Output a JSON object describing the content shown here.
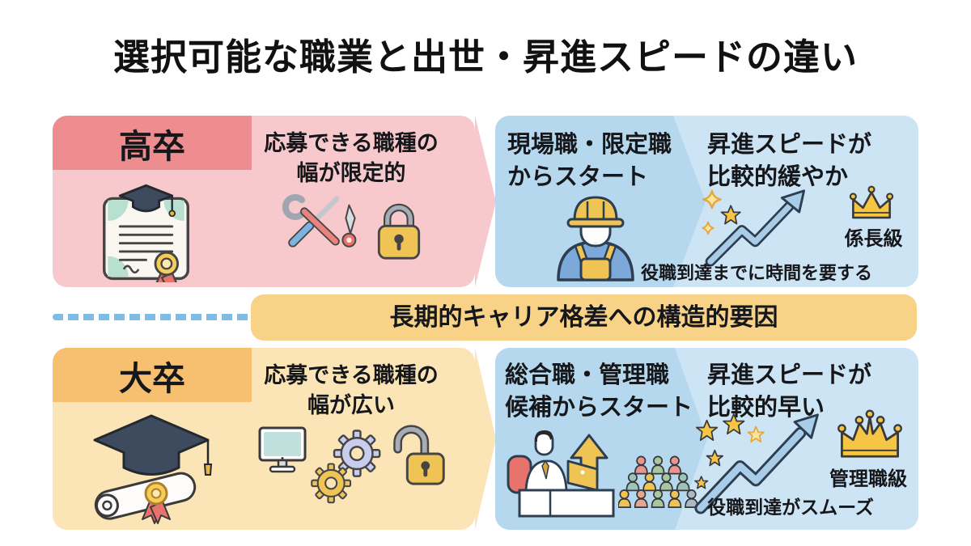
{
  "title": "選択可能な職業と出世・昇進スピードの違い",
  "divider": {
    "label": "長期的キャリア格差への構造的要因"
  },
  "sections": {
    "highschool": {
      "label": "高卒",
      "job_scope": "応募できる職種の\n幅が限定的",
      "start": "現場職・限定職\nからスタート",
      "promotion": "昇進スピードが\n比較的緩やか",
      "rank": "係長級",
      "note": "役職到達までに時間を要する",
      "icons": [
        "certificate-icon",
        "wrench-screwdriver-icon",
        "cutter-icon",
        "locked-padlock-icon",
        "construction-worker-icon",
        "sparkle-stars-icon",
        "growth-arrow-icon",
        "crown-icon"
      ]
    },
    "university": {
      "label": "大卒",
      "job_scope": "応募できる職種の\n幅が広い",
      "start": "総合職・管理職\n候補からスタート",
      "promotion": "昇進スピードが\n比較的早い",
      "rank": "管理職級",
      "note": "役職到達がスムーズ",
      "icons": [
        "graduation-cap-diploma-icon",
        "monitor-icon",
        "gears-icon",
        "unlocked-padlock-icon",
        "office-worker-desk-icon",
        "team-crowd-icon",
        "sparkle-stars-icon",
        "growth-arrow-icon",
        "crown-icon"
      ]
    }
  },
  "colors": {
    "pink_header": "#EE8D8F",
    "pink_body": "#F7C9CD",
    "blue_dark": "#B6D8EE",
    "blue_light": "#CDE4F5",
    "orange_header": "#F7BF70",
    "cream_body": "#FBE5B6",
    "divider_band": "#F7D287",
    "dashed_line": "#7FBCE4",
    "accent_yellow": "#F5C543",
    "arrow_blue": "#A9CDE9",
    "outline_navy": "#2C3E50"
  }
}
